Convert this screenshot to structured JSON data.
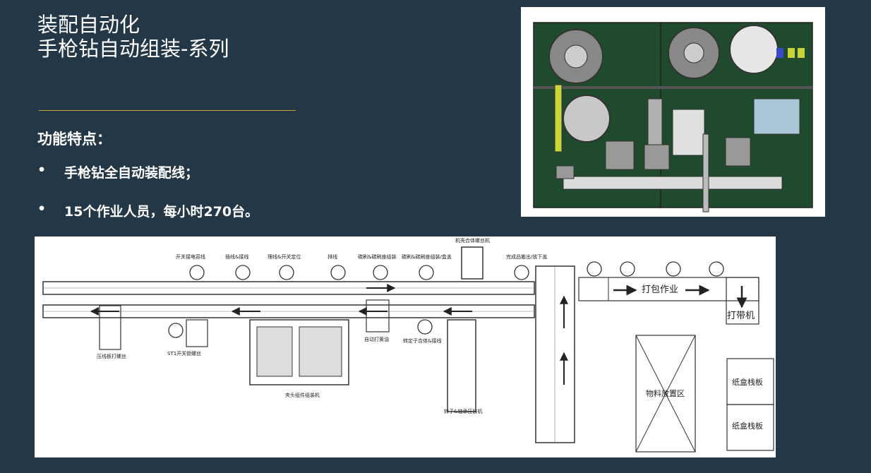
{
  "title": {
    "line1": "装配自动化",
    "line2": "手枪钻自动组装-系列"
  },
  "features": {
    "heading": "功能特点：",
    "items": [
      {
        "bullet": "•",
        "text": "手枪钻全自动装配线；"
      },
      {
        "bullet": "•",
        "text": "15个作业人员，每小时270台。"
      }
    ]
  },
  "layout_labels": {
    "switch_wire": "开关接电容线",
    "insert_wire": "插线&接线",
    "route_switch": "理线&开关定位",
    "arrange_wire": "排线",
    "brush1": "碳刷&碳刷座组装",
    "brush2": "碳刷&碳刷座组装/盒盖",
    "shell_screw": "机壳合体螺丝机",
    "finish": "完成品搬出/放下盖",
    "pack": "打包作业",
    "strap": "打带机",
    "press_screw": "压线板打螺丝",
    "st1": "ST1开关锁螺丝",
    "chuck": "夹头组件组装机",
    "grease": "自动打黄油",
    "stator": "转定子合体&接线",
    "rotor": "转子&轴承压装机",
    "material": "物料放置区",
    "pallet1": "纸盒栈板",
    "pallet2": "纸盒栈板"
  },
  "colors": {
    "background": "#243746",
    "divider": "#c9a23a",
    "board": "#1f4a2e"
  }
}
